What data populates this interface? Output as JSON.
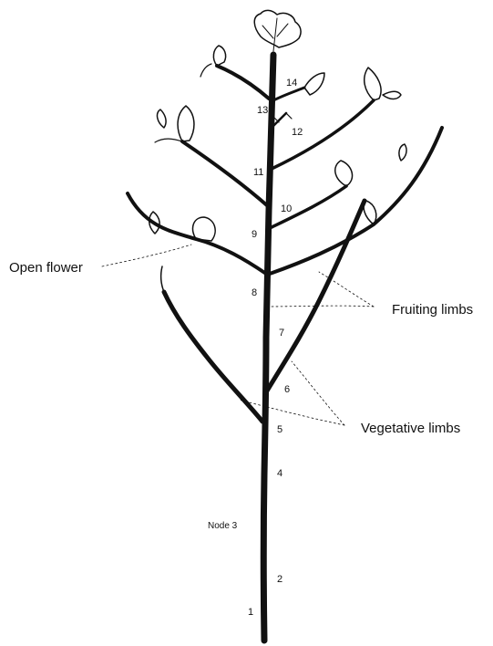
{
  "diagram": {
    "labels": {
      "open_flower": "Open flower",
      "fruiting_limbs": "Fruiting limbs",
      "vegetative_limbs": "Vegetative limbs",
      "node3": "Node 3"
    },
    "nodes": [
      "1",
      "2",
      "4",
      "5",
      "6",
      "7",
      "8",
      "9",
      "10",
      "11",
      "12",
      "13",
      "14"
    ]
  }
}
